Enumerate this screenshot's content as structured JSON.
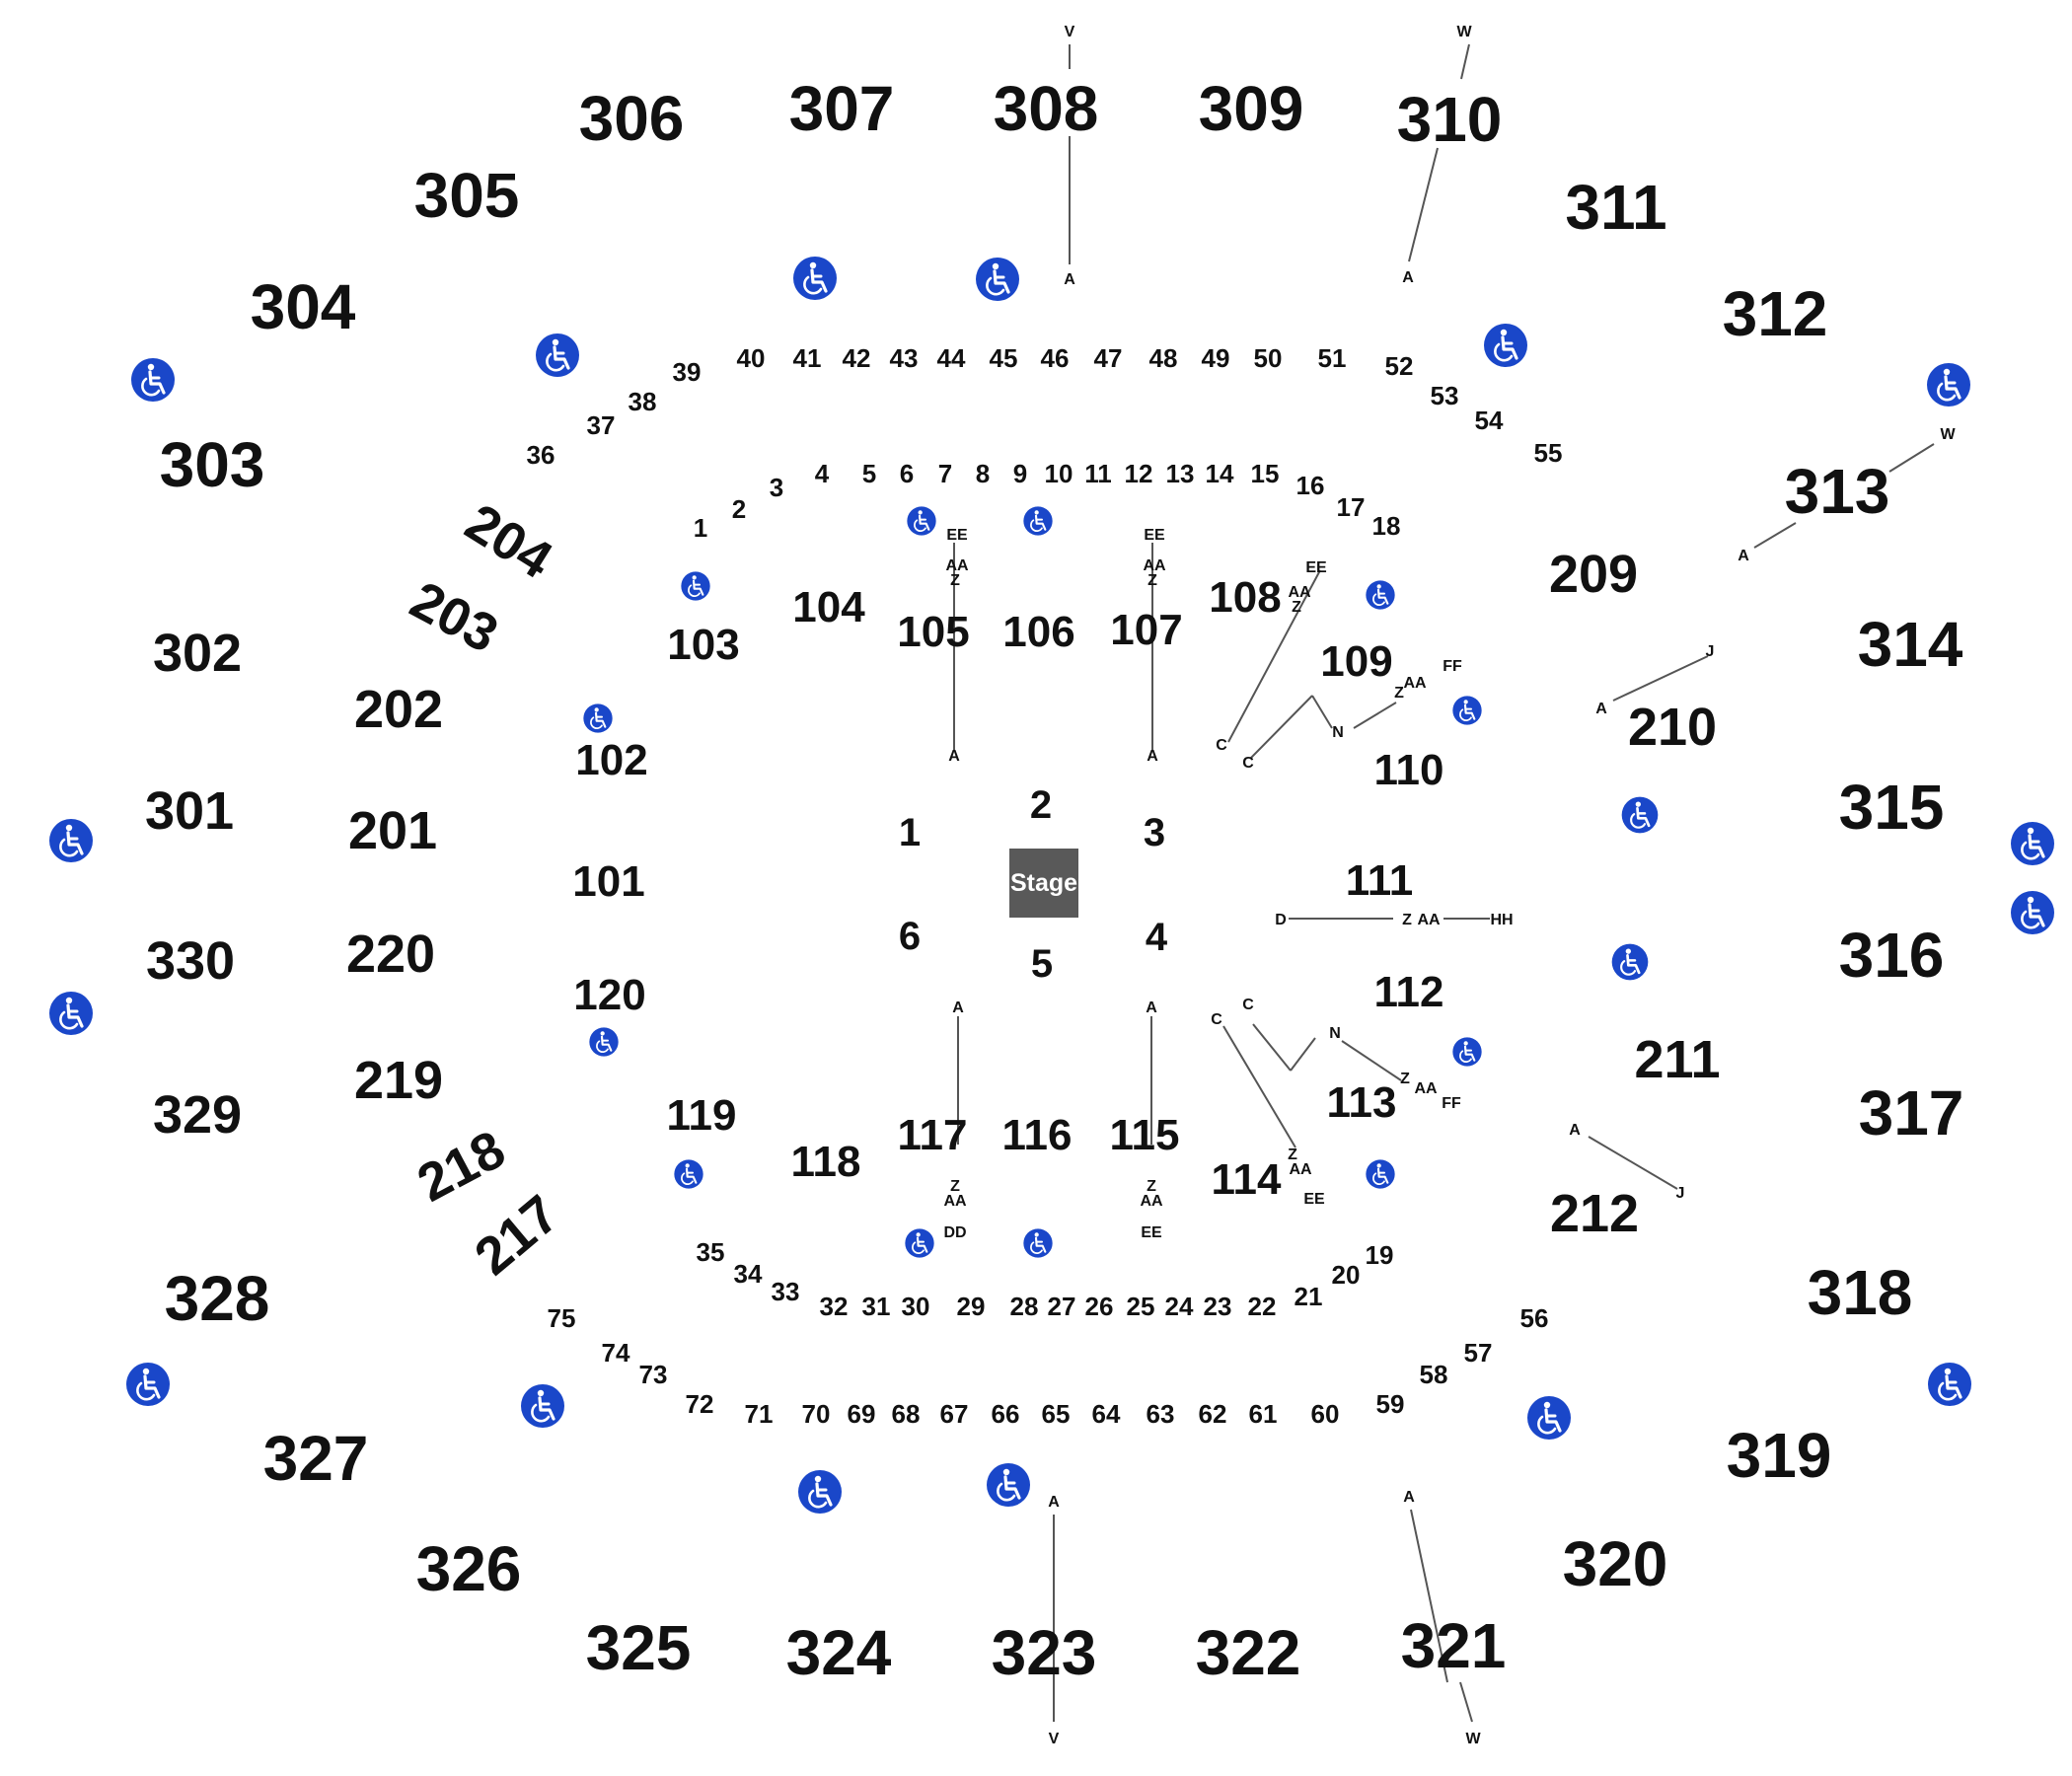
{
  "stage": {
    "label": "Stage",
    "fill": "#595959"
  },
  "accessible_color": "#1a47c9",
  "sections_300": [
    "303",
    "304",
    "305",
    "306",
    "307",
    "308",
    "309",
    "310",
    "311",
    "312",
    "313",
    "314",
    "315",
    "316",
    "317",
    "318",
    "319",
    "320",
    "321",
    "322",
    "323",
    "324",
    "325",
    "326",
    "327",
    "328",
    "329",
    "330",
    "301",
    "302"
  ],
  "sections_200": [
    "201",
    "202",
    "203",
    "204",
    "209",
    "210",
    "211",
    "212",
    "217",
    "218",
    "219",
    "220"
  ],
  "sections_100": [
    "101",
    "102",
    "103",
    "104",
    "105",
    "106",
    "107",
    "108",
    "109",
    "110",
    "111",
    "112",
    "113",
    "114",
    "115",
    "116",
    "117",
    "118",
    "119",
    "120"
  ],
  "floor_sections": [
    "1",
    "2",
    "3",
    "4",
    "5",
    "6"
  ],
  "upper_ring_numbers": [
    "36",
    "37",
    "38",
    "39",
    "40",
    "41",
    "42",
    "43",
    "44",
    "45",
    "46",
    "47",
    "48",
    "49",
    "50",
    "51",
    "52",
    "53",
    "54",
    "55",
    "56",
    "57",
    "58",
    "59",
    "60",
    "61",
    "62",
    "63",
    "64",
    "65",
    "66",
    "67",
    "68",
    "69",
    "70",
    "71",
    "72",
    "73",
    "74",
    "75"
  ],
  "lower_ring_numbers": [
    "1",
    "2",
    "3",
    "4",
    "5",
    "6",
    "7",
    "8",
    "9",
    "10",
    "11",
    "12",
    "13",
    "14",
    "15",
    "16",
    "17",
    "18",
    "19",
    "20",
    "21",
    "22",
    "23",
    "24",
    "25",
    "26",
    "27",
    "28",
    "29",
    "30",
    "31",
    "32",
    "33",
    "34",
    "35"
  ],
  "row_labels": [
    "V",
    "A",
    "W",
    "A",
    "W",
    "A",
    "A",
    "J",
    "EE",
    "AA",
    "Z",
    "A",
    "EE",
    "AA",
    "Z",
    "A",
    "EE",
    "AA",
    "Z",
    "C",
    "FF",
    "AA",
    "Z",
    "N",
    "C",
    "D",
    "Z",
    "AA",
    "HH",
    "A",
    "A",
    "C",
    "C",
    "N",
    "Z",
    "AA",
    "FF",
    "Z",
    "AA",
    "EE",
    "Z",
    "AA",
    "DD",
    "Z",
    "AA",
    "EE",
    "A",
    "J",
    "A",
    "V",
    "A",
    "W"
  ],
  "accessible_icon_name": "wheelchair-icon"
}
